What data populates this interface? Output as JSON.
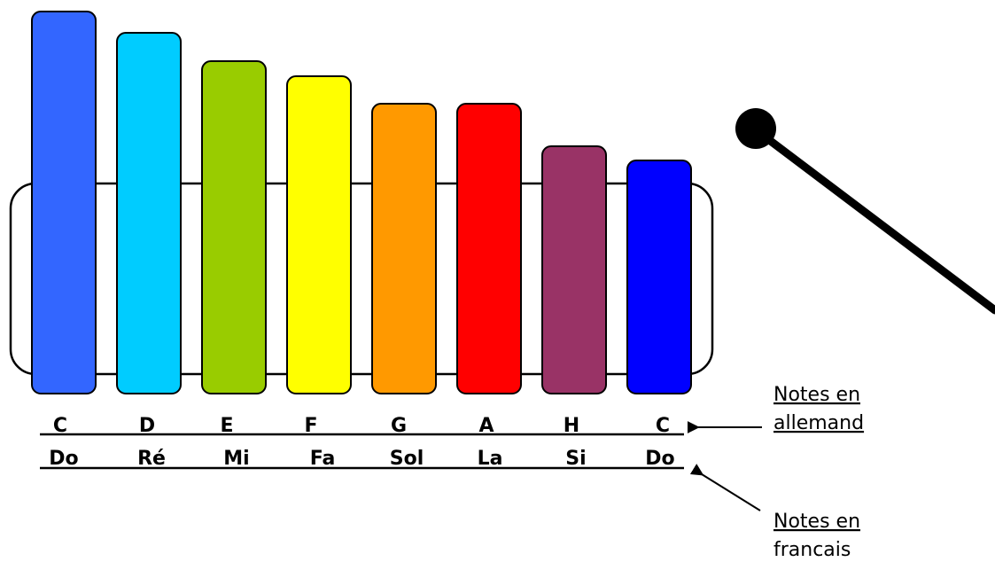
{
  "bars": [
    {
      "color": "#3366FF",
      "german": "C",
      "french": "Do"
    },
    {
      "color": "#00CCFF",
      "german": "D",
      "french": "Ré"
    },
    {
      "color": "#99CC00",
      "german": "E",
      "french": "Mi"
    },
    {
      "color": "#FFFF00",
      "german": "F",
      "french": "Fa"
    },
    {
      "color": "#FF9900",
      "german": "G",
      "french": "Sol"
    },
    {
      "color": "#FF0000",
      "german": "A",
      "french": "La"
    },
    {
      "color": "#993366",
      "german": "H",
      "french": "Si"
    },
    {
      "color": "#0000FF",
      "german": "C",
      "french": "Do"
    }
  ],
  "labels": {
    "german_line1": "Notes en",
    "german_line2": "allemand",
    "french_line1": "Notes en",
    "french_line2": "francais"
  },
  "icons": {
    "mallet": "mallet-icon",
    "arrow": "arrow-icon"
  }
}
